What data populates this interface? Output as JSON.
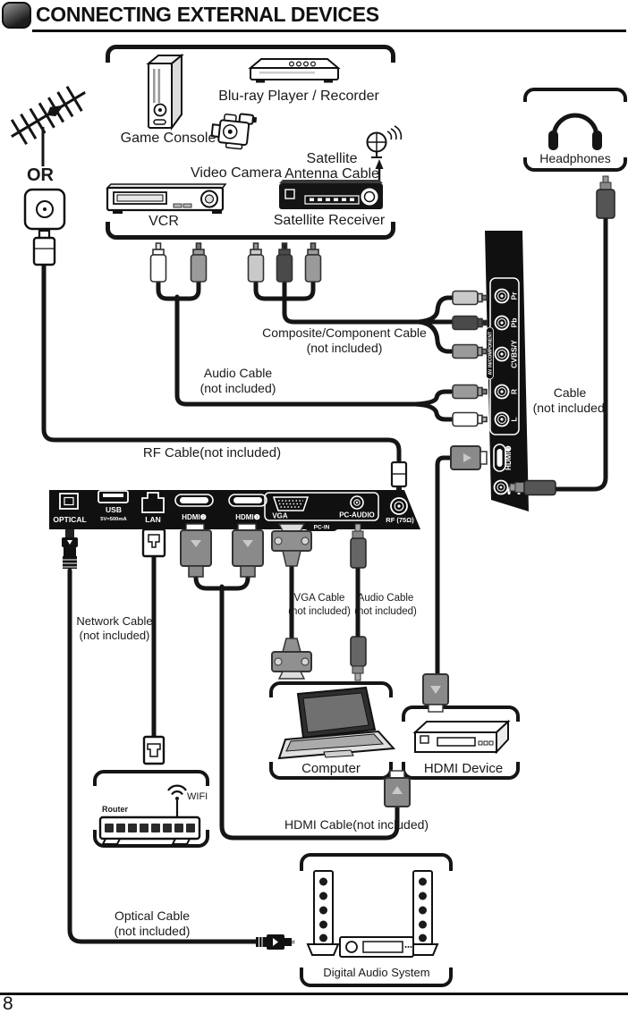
{
  "header": {
    "title": "CONNECTING EXTERNAL DEVICES"
  },
  "footer": {
    "page_number": "8"
  },
  "top_group": {
    "game_console": "Game Console",
    "bluray": "Blu-ray Player / Recorder",
    "video_camera": "Video Camera",
    "satellite_line1": "Satellite",
    "satellite_line2": "Antenna Cable",
    "vcr": "VCR",
    "satellite_receiver": "Satellite Receiver"
  },
  "left": {
    "or": "OR"
  },
  "right": {
    "headphones": "Headphones",
    "cable_line1": "Cable",
    "cable_line2": "(not included)"
  },
  "cable_labels": {
    "composite_line1": "Composite/Component Cable",
    "composite_line2": "(not included)",
    "audio_line1": "Audio Cable",
    "audio_line2": "(not included)",
    "rf": "RF Cable(not included)",
    "network_line1": "Network Cable",
    "network_line2": "(not included)",
    "vga_line1": "VGA Cable",
    "vga_line2": "(not included)",
    "pc_audio_line1": "Audio Cable",
    "pc_audio_line2": "(not included)",
    "hdmi": "HDMI Cable(not included)",
    "optical_line1": "Optical Cable",
    "optical_line2": "(not included)"
  },
  "side_panel": {
    "av_group": "AV IN/COMPONENT",
    "ports": [
      "Pr",
      "Pb",
      "CVBS/Y",
      "R",
      "L"
    ],
    "hdmi": "HDMI❸"
  },
  "bottom_panel": {
    "optical": "OPTICAL",
    "usb": "USB",
    "usb_rating": "5V=500mA",
    "lan": "LAN",
    "hdmi2": "HDMI❷",
    "hdmi1": "HDMI❶",
    "vga": "VGA",
    "pc_audio": "PC-AUDIO",
    "pc_in": "PC-IN",
    "rf": "RF (75Ω)"
  },
  "bottom_devices": {
    "computer": "Computer",
    "hdmi_device": "HDMI Device",
    "wifi": "WIFI",
    "router": "Router",
    "das": "Digital Audio System"
  },
  "colors": {
    "ink": "#151515",
    "panel": "#101010"
  }
}
